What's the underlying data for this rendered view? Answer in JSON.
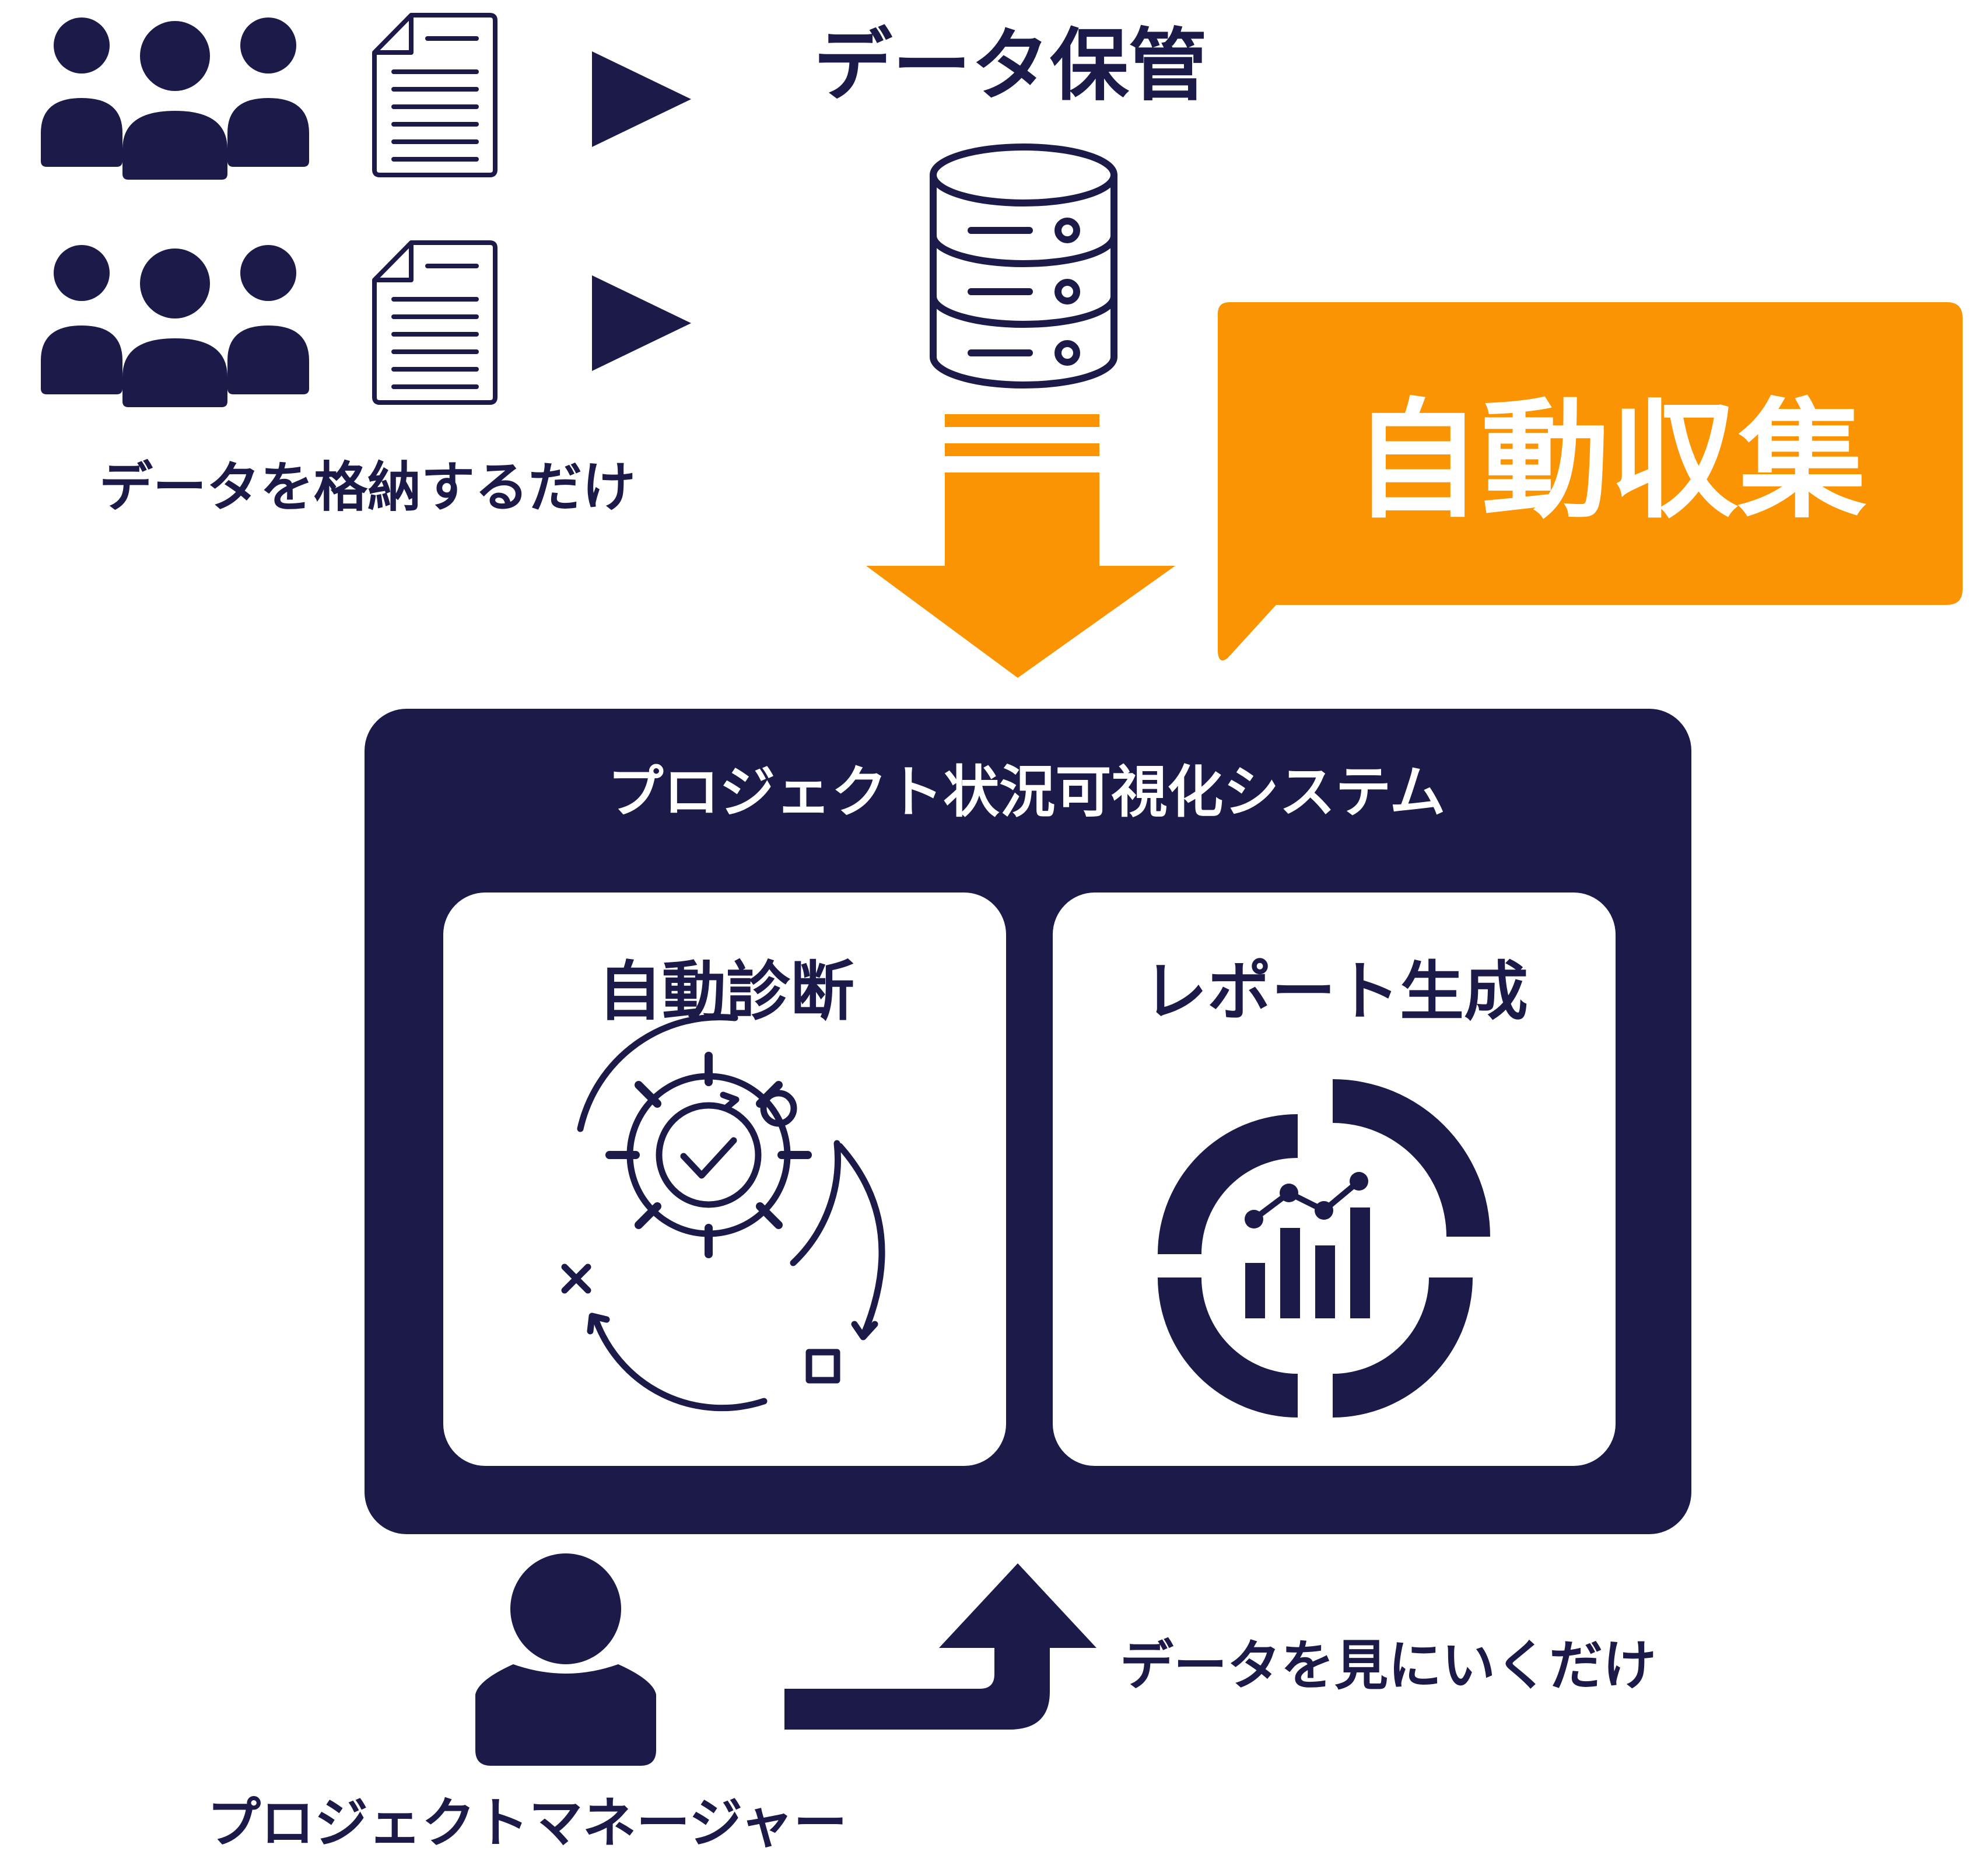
{
  "colors": {
    "navy": "#1b1a48",
    "orange": "#fb9402",
    "white": "#ffffff"
  },
  "header": {
    "storage_title": "データ保管"
  },
  "input": {
    "caption": "データを格納するだけ",
    "rows": [
      {
        "group_icon": "people-group-icon",
        "doc_icon": "document-icon",
        "arrow_icon": "play-arrow-icon"
      },
      {
        "group_icon": "people-group-icon",
        "doc_icon": "document-icon",
        "arrow_icon": "play-arrow-icon"
      }
    ]
  },
  "storage": {
    "icon": "database-icon"
  },
  "callout": {
    "text": "自動収集",
    "arrow_icon": "down-arrow-icon"
  },
  "system": {
    "title": "プロジェクト状況可視化システム",
    "cards": [
      {
        "label": "自動診断",
        "icon": "gear-cycle-check-icon"
      },
      {
        "label": "レポート生成",
        "icon": "report-donut-chart-icon"
      }
    ]
  },
  "user": {
    "label": "プロジェクトマネージャー",
    "icon": "person-icon",
    "action": "データを見にいくだけ",
    "arrow_icon": "turn-up-arrow-icon"
  }
}
